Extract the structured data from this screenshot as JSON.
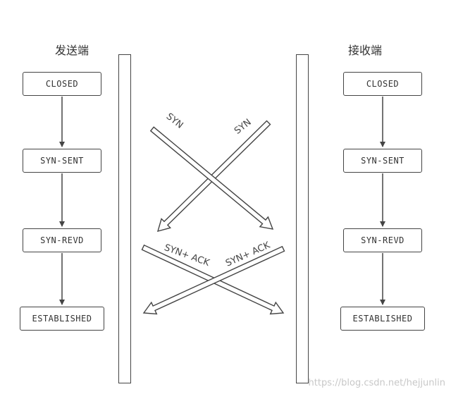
{
  "sender": {
    "title": "发送端",
    "states": [
      "CLOSED",
      "SYN-SENT",
      "SYN-REVD",
      "ESTABLISHED"
    ]
  },
  "receiver": {
    "title": "接收端",
    "states": [
      "CLOSED",
      "SYN-SENT",
      "SYN-REVD",
      "ESTABLISHED"
    ]
  },
  "messages": {
    "syn_left": "SYN",
    "syn_right": "SYN",
    "synack_left": "SYN+ ACK",
    "synack_right": "SYN+ ACK"
  },
  "watermark": "https://blog.csdn.net/hejjunlin",
  "colors": {
    "stroke": "#444444",
    "text": "#333333",
    "watermark": "#c8c8c8"
  }
}
